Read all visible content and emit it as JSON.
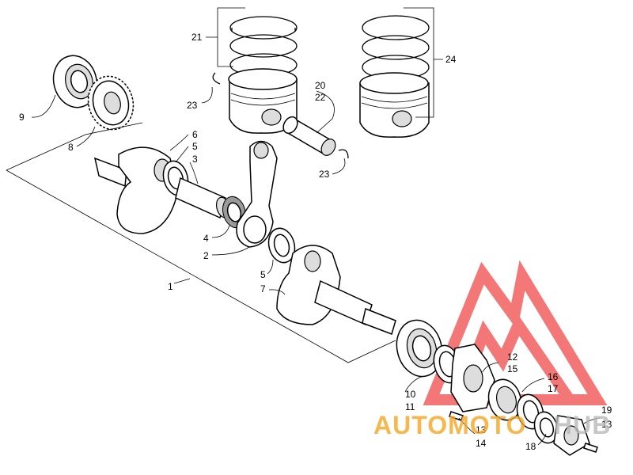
{
  "callouts": [
    {
      "id": "c21",
      "label": "21"
    },
    {
      "id": "c24",
      "label": "24"
    },
    {
      "id": "c20",
      "label": "20"
    },
    {
      "id": "c22",
      "label": "22"
    },
    {
      "id": "c23a",
      "label": "23"
    },
    {
      "id": "c23b",
      "label": "23"
    },
    {
      "id": "c9",
      "label": "9"
    },
    {
      "id": "c8",
      "label": "8"
    },
    {
      "id": "c6",
      "label": "6"
    },
    {
      "id": "c5a",
      "label": "5"
    },
    {
      "id": "c3",
      "label": "3"
    },
    {
      "id": "c4",
      "label": "4"
    },
    {
      "id": "c2",
      "label": "2"
    },
    {
      "id": "c5b",
      "label": "5"
    },
    {
      "id": "c7",
      "label": "7"
    },
    {
      "id": "c1",
      "label": "1"
    },
    {
      "id": "c12",
      "label": "12"
    },
    {
      "id": "c15",
      "label": "15"
    },
    {
      "id": "c16",
      "label": "16"
    },
    {
      "id": "c17",
      "label": "17"
    },
    {
      "id": "c10",
      "label": "10"
    },
    {
      "id": "c11",
      "label": "11"
    },
    {
      "id": "c13a",
      "label": "13"
    },
    {
      "id": "c14",
      "label": "14"
    },
    {
      "id": "c18",
      "label": "18"
    },
    {
      "id": "c19",
      "label": "19"
    },
    {
      "id": "c13b",
      "label": "13"
    }
  ],
  "watermark": {
    "text_left": "AUTOMOTO",
    "text_right": "HUB",
    "color_logo": "#f04a4a",
    "color_text_left": "#f5a623",
    "color_text_right": "#b8b8b8"
  }
}
